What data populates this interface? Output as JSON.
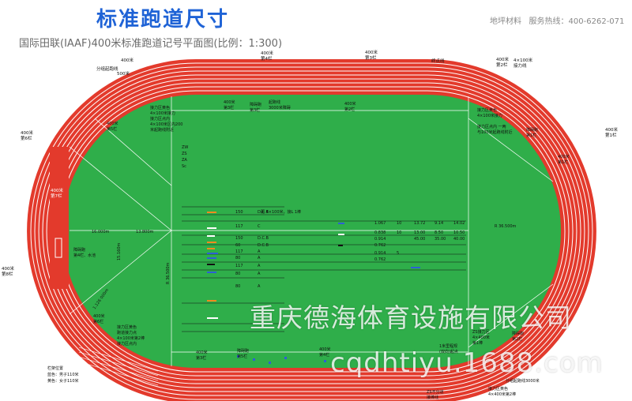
{
  "header": {
    "title": "标准跑道尺寸",
    "subtitle": "国际田联(IAAF)400米标准跑道记号平面图(比例：1:300)",
    "company_material": "地坪材料",
    "hotline_label": "服务热线：400-6262-071"
  },
  "colors": {
    "track_red": "#e33a2c",
    "field_green": "#2fae4a",
    "lane_line": "#ffffff",
    "title_blue": "#1f63d6",
    "marker_orange": "#f08a1e",
    "marker_blue": "#2d5fd6",
    "marker_black": "#111111"
  },
  "track_labels": {
    "lbl_split_start": "分组起跑线",
    "lbl_400_s1": "400米",
    "lbl_500": "500米",
    "lbl_400_3": "400米",
    "lbl_seg4": "第4栏",
    "lbl_400_4": "400米",
    "lbl_seg3": "第3栏",
    "lbl_finish": "终点线",
    "lbl_400_2": "400米",
    "lbl_seg2": "第2栏",
    "lbl_4x100": "4×100米",
    "lbl_relay_line": "接力线",
    "lbl_400_right": "400米",
    "lbl_seg1": "第1栏",
    "lbl_400_left": "400米",
    "lbl_seg6": "第6栏",
    "lbl_400_red": "400米",
    "lbl_seg7": "第7栏",
    "lbl_400_left_low": "400米",
    "lbl_seg8": "第8栏"
  },
  "field_labels": {
    "f_relay_zone": "接力区黄色",
    "f_relay2": "4×100米接力",
    "f_relay3": "接力区点内",
    "f_relay4": "4×100米区内200",
    "f_relay5": "米起跑线附近",
    "f_400_seg5": "400米",
    "f_seg5": "第5栏",
    "f_top_400": "400米",
    "f_top_seg3": "第3栏",
    "f_hurdle": "障碍跑",
    "f_hurdle_seg": "第3栏",
    "f_start": "起跑线",
    "f_start2": "3000米障碍",
    "f_top_400b": "400米",
    "f_top_seg2": "第2栏",
    "f_right_zone1": "接力区黄色",
    "f_right_zone2": "4×100米接力",
    "f_right_zone3": "接力区点内 一两",
    "f_right_zone4": "与100米起跑线附近",
    "f_right_hurdle": "障碍跑",
    "f_right_hurdle2": "第1栏",
    "f_400_right_inner": "400米",
    "f_seg_right_inner": "第1栏",
    "f_zw": "ZW",
    "f_zs": "ZS",
    "f_za": "ZA",
    "f_sc": "Sc",
    "f_200": "200",
    "f_300": "300",
    "f_radius_r": "R 36.500m",
    "f_radius_v": "R 36.500m",
    "f_dim_16": "16.000m",
    "f_dim_13": "13.800m",
    "f_dim_15": "15.160m",
    "f_dim_ang": "1.126 000m",
    "f_water1": "障碍跑",
    "f_water2": "第4栏、水池",
    "f_bl_400": "400米",
    "f_bl_seg": "第6栏",
    "f_bl_zone1": "接力区黄色",
    "f_bl_zone2": "跑道接力点",
    "f_bl_zone3": "4×100米第2棒",
    "f_bl_zone4": "接力区点内",
    "f_bottom_400": "400米",
    "f_bottom_seg": "第3栏",
    "f_bottom_hurdle": "障碍跑",
    "f_bottom_hurdle2": "第5栏",
    "f_bottom_400b": "400米",
    "f_bottom_segb": "第4栏",
    "f_br1": "1米里程规",
    "f_br2": "(双向)起点",
    "f_br3": "第5栏",
    "f_br4": "4×100米",
    "f_br_zone1": "ZS接力区",
    "f_br_zone2": "4×400米",
    "f_br_zone3": "第1棒",
    "f_br_hurdle": "障碍跑",
    "f_br_hurdle2": "第2栏",
    "f_bottom_split": "分组起跑线3000米",
    "f_bottom_relay": "接力区黄色",
    "f_bottom_relay2": "4×400米第2棒",
    "f_bottom_zs": "ZS不分道",
    "f_bottom_zs2": "接棒线",
    "f_bl_pos": "栏架位置",
    "f_bl_pos2": "蓝色：男子110米",
    "f_bl_pos3": "黄色：女子110米",
    "f_100": "100",
    "f_110": "110"
  },
  "table": {
    "row_labels": [
      "150",
      "117",
      "150",
      "60",
      "117",
      "80",
      "117",
      "80",
      "80"
    ],
    "col_codes": [
      "D.C.B",
      "C",
      "D.C.B",
      "D.C.B",
      "A",
      "A",
      "A",
      "A",
      "A"
    ],
    "note_top": "距 4×100米，接L 1棒",
    "right_values": [
      [
        "1.067",
        "10",
        "13.72",
        "9.14",
        "14.02"
      ],
      [
        "0.838",
        "10",
        "13.00",
        "8.50",
        "10.50"
      ],
      [
        "0.914",
        "",
        "45.00",
        "35.00",
        "40.00"
      ],
      [
        "0.762",
        "",
        "",
        "",
        ""
      ],
      [
        "0.914",
        "5",
        "",
        "",
        ""
      ],
      [
        "0.762",
        "",
        "",
        "",
        ""
      ]
    ],
    "c_letters": [
      "C",
      "B",
      "D",
      "A",
      "B",
      "B",
      "A"
    ]
  },
  "watermark": {
    "cn": "重庆德海体育设施有限公司",
    "en": "cqdhtiyu.1688.com"
  }
}
